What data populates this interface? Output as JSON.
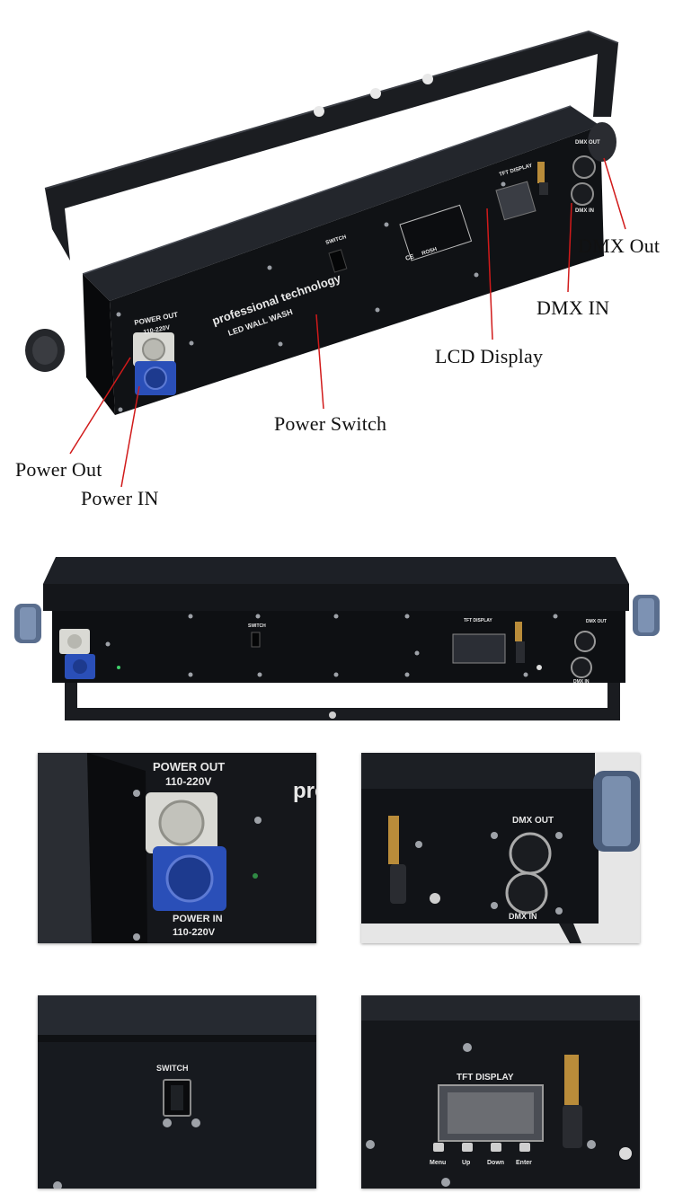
{
  "callouts": {
    "dmx_out": "DMX Out",
    "dmx_in": "DMX IN",
    "lcd_display": "LCD Display",
    "power_switch": "Power Switch",
    "power_out": "Power Out",
    "power_in": "Power IN"
  },
  "device_print": {
    "brand": "professional technology",
    "model": "LED WALL WASH",
    "power_out": "POWER OUT",
    "power_in": "POWER IN",
    "voltage": "110-220V",
    "switch": "SWITCH",
    "tft_display": "TFT DISPLAY",
    "dmx_out": "DMX OUT",
    "dmx_in": "DMX IN",
    "buttons": [
      "Menu",
      "Up",
      "Down",
      "Enter"
    ],
    "ce_mark": "CE",
    "rohs_mark": "ROSH"
  },
  "colors": {
    "callout_line": "#d11a1a",
    "housing": "#15171b",
    "powercon_in": "#2a4fb8",
    "powercon_out": "#d9d9d4"
  }
}
